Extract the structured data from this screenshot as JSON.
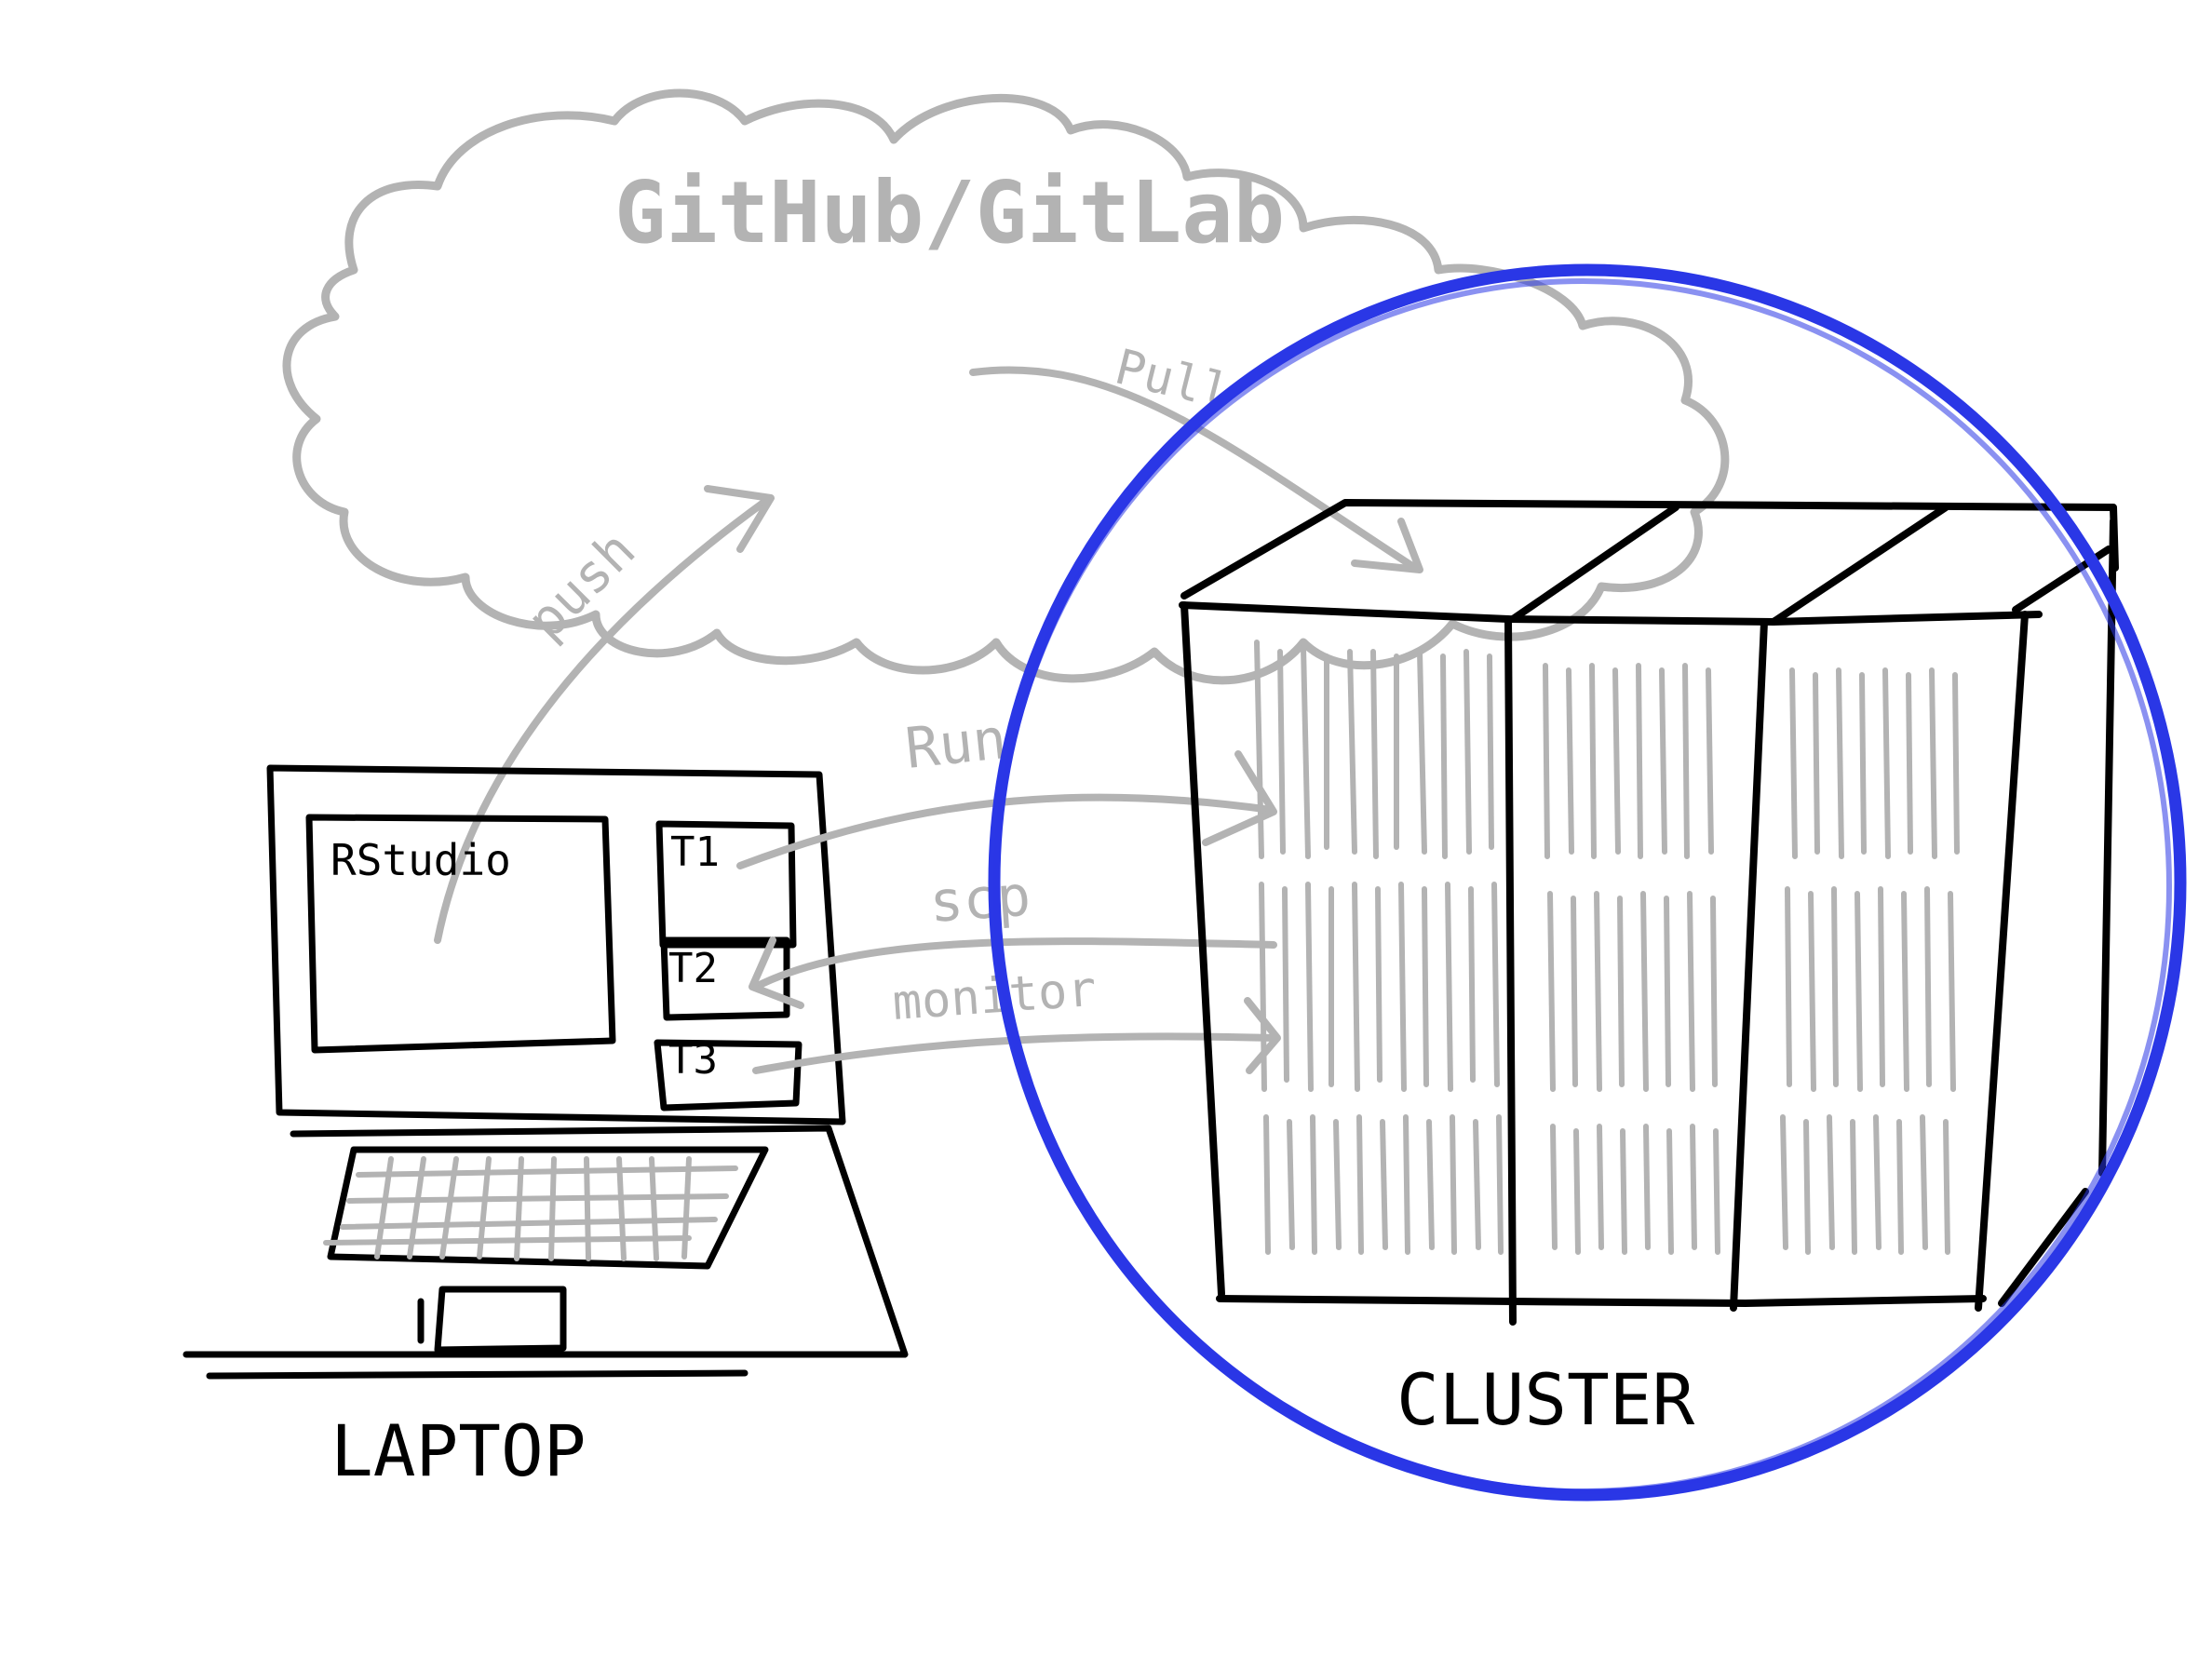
{
  "colors": {
    "ink": "#000000",
    "pencil": "#b3b3b3",
    "highlight": "#2a37e6",
    "background": "#ffffff"
  },
  "cloud": {
    "label": "GitHub/GitLab"
  },
  "arrows": {
    "push": "push",
    "pull": "Pull",
    "run": "Run",
    "scp": "scp",
    "monitor": "monitor"
  },
  "laptop": {
    "label": "LAPTOP",
    "rstudio": "RStudio",
    "terminals": [
      "T1",
      "T2",
      "T3"
    ]
  },
  "cluster": {
    "label": "CLUSTER"
  }
}
